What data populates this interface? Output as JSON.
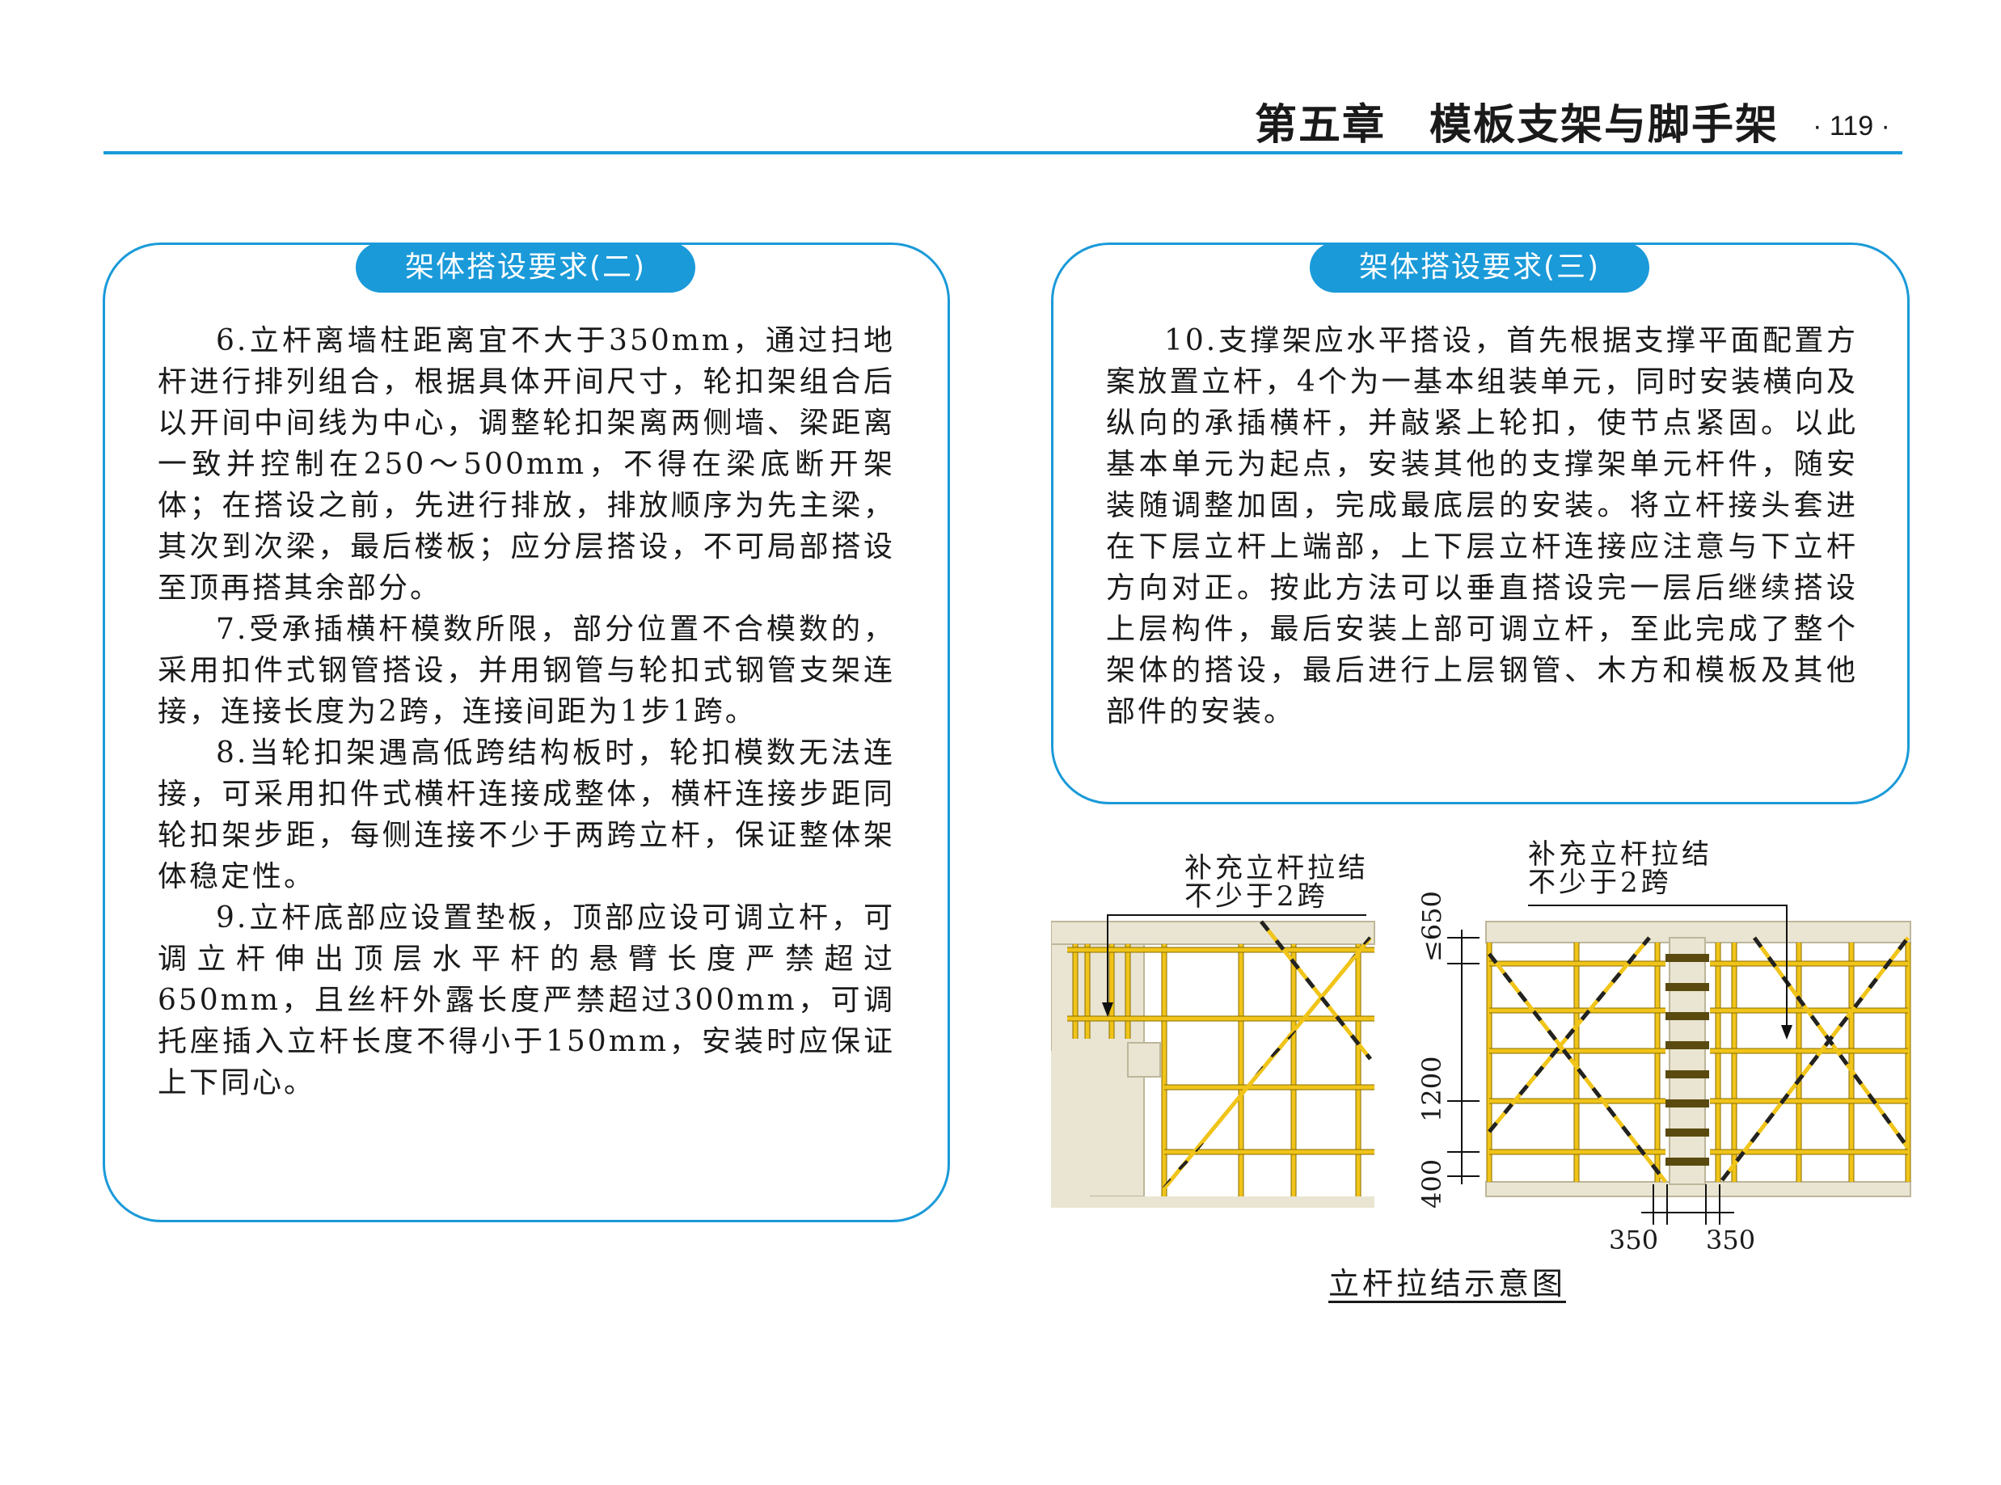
{
  "header": {
    "chapter_title": "第五章　模板支架与脚手架",
    "page_number": "· 119 ·"
  },
  "left_panel": {
    "title": "架体搭设要求(二)",
    "paragraphs": [
      "6.立杆离墙柱距离宜不大于350mm，通过扫地杆进行排列组合，根据具体开间尺寸，轮扣架组合后以开间中间线为中心，调整轮扣架离两侧墙、梁距离一致并控制在250～500mm，不得在梁底断开架体；在搭设之前，先进行排放，排放顺序为先主梁，其次到次梁，最后楼板；应分层搭设，不可局部搭设至顶再搭其余部分。",
      "7.受承插横杆模数所限，部分位置不合模数的，采用扣件式钢管搭设，并用钢管与轮扣式钢管支架连接，连接长度为2跨，连接间距为1步1跨。",
      "8.当轮扣架遇高低跨结构板时，轮扣模数无法连接，可采用扣件式横杆连接成整体，横杆连接步距同轮扣架步距，每侧连接不少于两跨立杆，保证整体架体稳定性。",
      "9.立杆底部应设置垫板，顶部应设可调立杆，可调立杆伸出顶层水平杆的悬臂长度严禁超过650mm，且丝杆外露长度严禁超过300mm，可调托座插入立杆长度不得小于150mm，安装时应保证上下同心。"
    ]
  },
  "right_panel": {
    "title": "架体搭设要求(三)",
    "paragraphs": [
      "10.支撑架应水平搭设，首先根据支撑平面配置方案放置立杆，4个为一基本组装单元，同时安装横向及纵向的承插横杆，并敲紧上轮扣，使节点紧固。以此基本单元为起点，安装其他的支撑架单元杆件，随安装随调整加固，完成最底层的安装。将立杆接头套进在下层立杆上端部，上下层立杆连接应注意与下立杆方向对正。按此方法可以垂直搭设完一层后继续搭设上层构件，最后安装上部可调立杆，至此完成了整个架体的搭设，最后进行上层钢管、木方和模板及其他部件的安装。"
    ]
  },
  "diagram": {
    "left_label_line1": "补充立杆拉结",
    "left_label_line2": "不少于2跨",
    "right_label_line1": "补充立杆拉结",
    "right_label_line2": "不少于2跨",
    "dim_top": "≤650",
    "dim_mid": "1200",
    "dim_bottom": "400",
    "dim_left_span": "350",
    "dim_right_span": "350",
    "caption": "立杆拉结示意图",
    "colors": {
      "scaffold": "#f0c419",
      "concrete": "#e9e5d2",
      "brace_dark": "#222222"
    }
  }
}
